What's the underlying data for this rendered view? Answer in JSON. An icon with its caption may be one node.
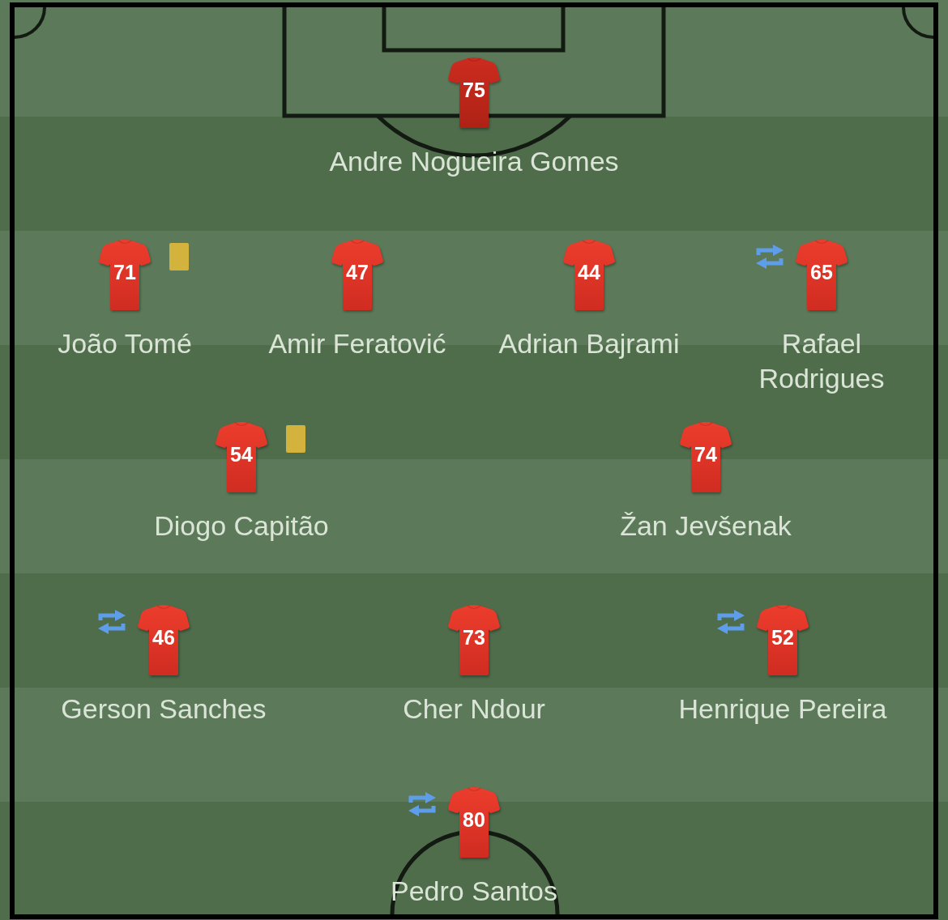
{
  "diagram": {
    "nodes": [
      {
        "text": [
          "75"
        ],
        "beside": [
          "Andre Nogueira Gomes"
        ]
      },
      {
        "text": [
          "71"
        ],
        "beside": [
          "João Tomé"
        ]
      },
      {
        "text": [
          "47"
        ],
        "beside": [
          "Amir Feratović"
        ]
      },
      {
        "text": [
          "44"
        ],
        "beside": [
          "Adrian Bajrami"
        ]
      },
      {
        "text": [
          "65"
        ],
        "beside": [
          "Rafael Rodrigues"
        ]
      },
      {
        "text": [
          "54"
        ],
        "beside": [
          "Diogo Capitão"
        ]
      },
      {
        "text": [
          "74"
        ],
        "beside": [
          "Žan Jevšenak"
        ]
      },
      {
        "text": [
          "46"
        ],
        "beside": [
          "Gerson Sanches"
        ]
      },
      {
        "text": [
          "73"
        ],
        "beside": [
          "Cher Ndour"
        ]
      },
      {
        "text": [
          "52"
        ],
        "beside": [
          "Henrique Pereira"
        ]
      },
      {
        "text": [
          "80"
        ],
        "beside": [
          "Pedro Santos"
        ]
      }
    ]
  }
}
